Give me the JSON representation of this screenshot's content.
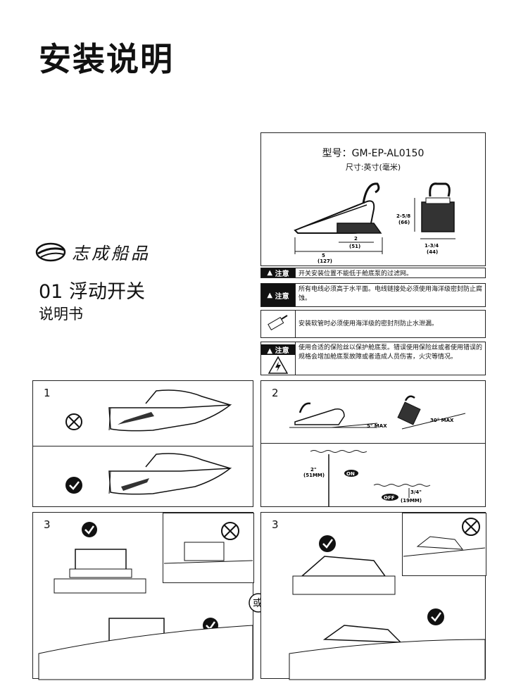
{
  "page_title": "安装说明",
  "brand": {
    "name": "志成船品"
  },
  "product": {
    "title": "01 浮动开关",
    "subtitle": "说明书"
  },
  "spec": {
    "model": "型号：GM-EP-AL0150",
    "size_unit": "尺寸:英寸(毫米)",
    "dim_length": "5",
    "dim_length_mm": "(127)",
    "dim_base": "2",
    "dim_base_mm": "(51)",
    "dim_height": "2-5/8",
    "dim_height_mm": "(66)",
    "dim_width": "1-3/4",
    "dim_width_mm": "(44)"
  },
  "notes": {
    "tag": "注意",
    "note1": "开关安装位置不能低于舱底泵的过滤网。",
    "note2": "所有电线必须高于水平面。电线链接处必须使用海洋级密封防止腐蚀。",
    "note3": "安装软管时必须使用海洋级的密封剂防止水泄漏。",
    "note4": "使用合适的保险丝以保护舱底泵。错误使用保险丝或者使用错误的规格会增加舱底泵故障或者造成人员伤害，火灾等情况。"
  },
  "steps": {
    "step1": "1",
    "step2": "2",
    "step3a": "3",
    "step3b": "3",
    "angle_5": "5° MAX",
    "angle_30": "30° MAX",
    "on_height": "2\"",
    "on_height_mm": "(51MM)",
    "on_label": "ON",
    "off_label": "OFF",
    "off_height": "3/4\"",
    "off_height_mm": "(19MM)",
    "or_label": "或"
  }
}
